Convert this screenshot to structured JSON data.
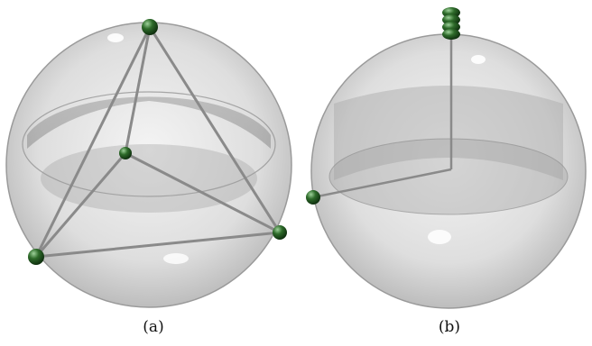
{
  "captions": {
    "a": "(a)",
    "b": "(b)"
  },
  "panels": [
    {
      "id": "a",
      "description_icon": "tetrahedron-in-sphere"
    },
    {
      "id": "b",
      "description_icon": "stacked-points-in-sphere"
    }
  ],
  "colors": {
    "sphere_fill": "#dcdcdc",
    "sphere_edge": "#9a9a9a",
    "inner_dark": "#a8a8a8",
    "edge_line": "#8c8c8c",
    "point": "#2e6b2a",
    "point_dark": "#123d12"
  }
}
